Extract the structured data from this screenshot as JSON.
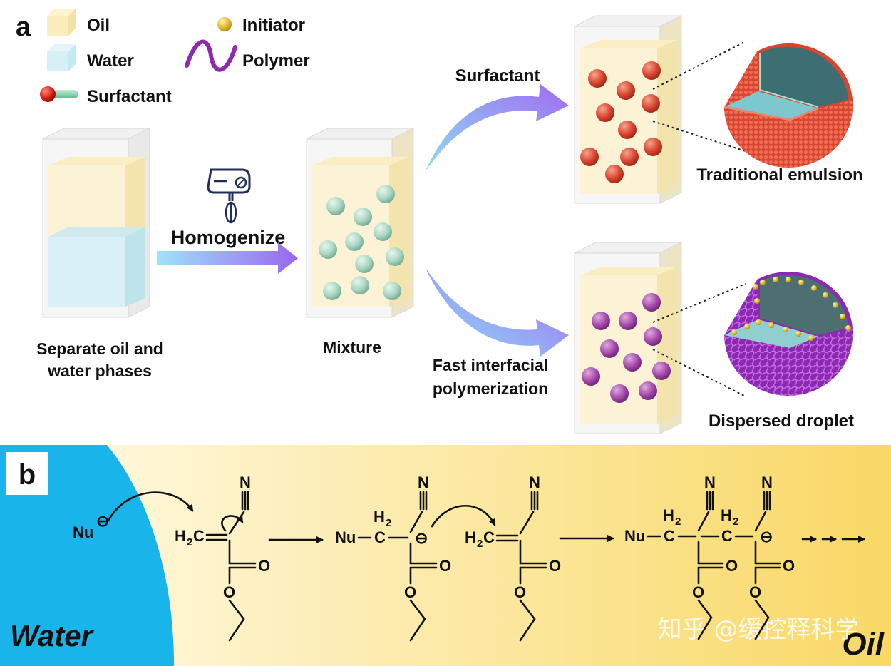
{
  "panel_a": {
    "label": "a",
    "legend": {
      "oil": "Oil",
      "water": "Water",
      "surfactant": "Surfactant",
      "initiator": "Initiator",
      "polymer": "Polymer"
    },
    "homogenize": "Homogenize",
    "surfactant_arrow": "Surfactant",
    "fast_line1": "Fast interfacial",
    "fast_line2": "polymerization",
    "separate_line1": "Separate oil and",
    "separate_line2": "water phases",
    "mixture": "Mixture",
    "traditional_emulsion": "Traditional emulsion",
    "dispersed_droplet": "Dispersed droplet"
  },
  "panel_b": {
    "label": "b",
    "water": "Water",
    "oil": "Oil",
    "watermark": "知乎 @缓控释科学",
    "chem": {
      "nu": "Nu",
      "minus": "⊖",
      "N": "N",
      "O": "O",
      "H": "H",
      "two": "2",
      "C": "C",
      "dash": "–"
    }
  },
  "colors": {
    "water_blue": "#18b4ea",
    "oil_yellow": "#f7d65a",
    "arrow_start": "#8fdcf5",
    "arrow_end": "#9b6cf0",
    "droplet_green": "#a9d6c2",
    "droplet_red": "#d9452f",
    "droplet_purple": "#a44aa8",
    "polymer_purple": "#8b2bb0",
    "initiator_gold": "#e0b52b"
  }
}
